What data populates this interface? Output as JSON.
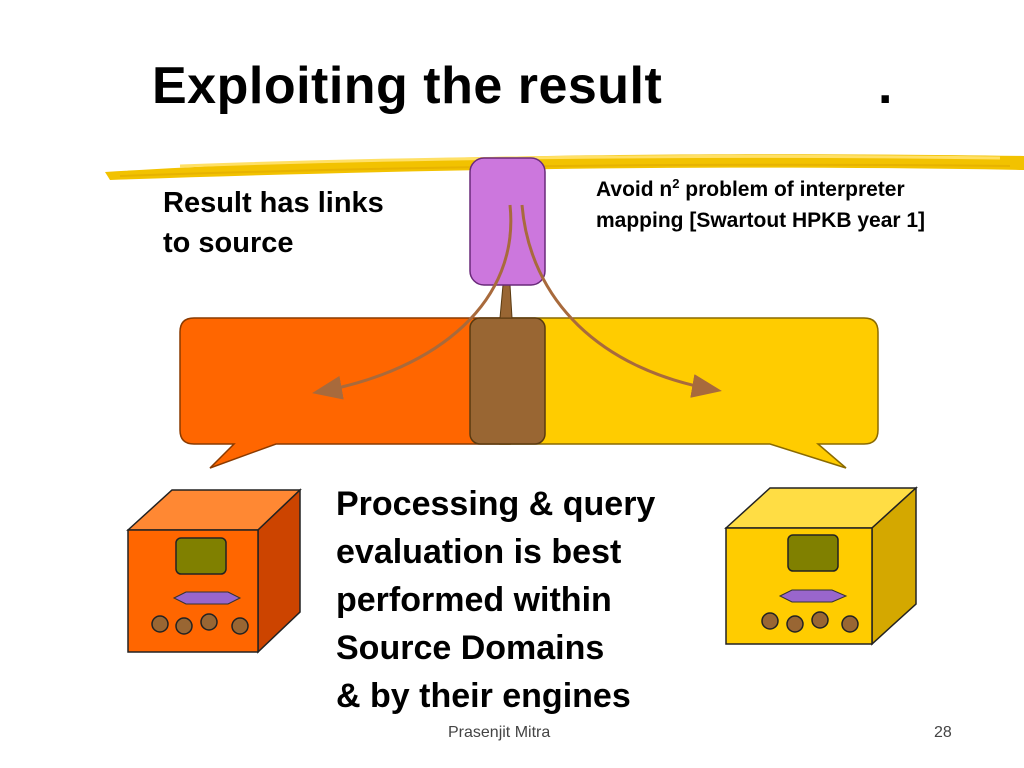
{
  "slide": {
    "title": "Exploiting the result",
    "title_suffix": ".",
    "links_note": [
      "Result has links",
      "to source"
    ],
    "avoid_note": {
      "line1_prefix": "Avoid n",
      "line1_sup": "2",
      "line1_suffix": " problem of interpreter",
      "line2": "mapping [Swartout HPKB year 1]"
    },
    "body_lines": [
      "Processing & query",
      "evaluation is best",
      "performed within",
      "Source Domains",
      "& by their engines"
    ],
    "footer_author": "Prasenjit Mitra",
    "footer_page": "28"
  },
  "colors": {
    "left_domain": "#ff6600",
    "right_domain": "#ffcc00",
    "overlap": "#996633",
    "interpreter": "#cc77dd",
    "highlight": "#f2c200",
    "arrow": "#a86a3c"
  }
}
